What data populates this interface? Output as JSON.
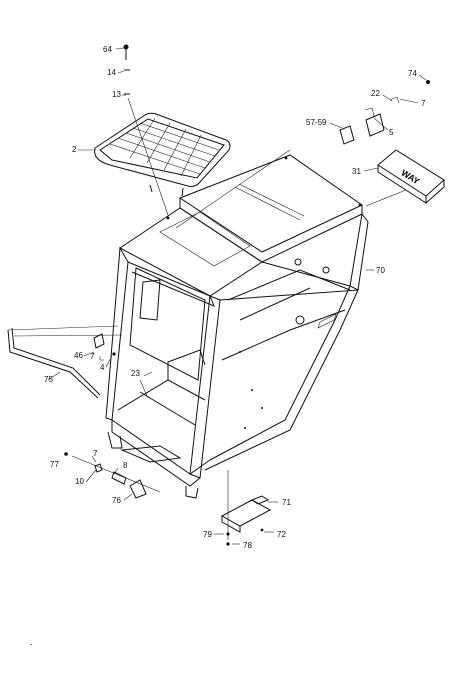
{
  "callouts": {
    "c64": "64",
    "c14": "14",
    "c13": "13",
    "c2": "2",
    "c74": "74",
    "c22": "22",
    "c7a": "7",
    "c57": "57-59",
    "c5": "5",
    "c31": "31",
    "c70": "70",
    "c46": "46",
    "c7b": "7",
    "c4": "4",
    "c75": "75",
    "c23": "23",
    "c7c": "7",
    "c77": "77",
    "c8": "8",
    "c10": "10",
    "c76": "76",
    "c71": "71",
    "c79": "79",
    "c72": "72",
    "c78": "78"
  },
  "decal_text": "WAY"
}
